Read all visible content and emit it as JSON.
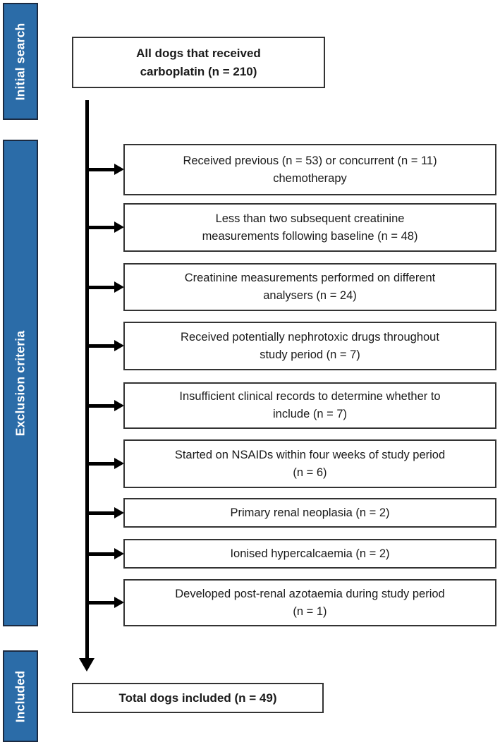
{
  "diagram_title": "Dog carboplatin study selection flow",
  "stages": [
    {
      "label": "Initial search"
    },
    {
      "label": "Exclusion criteria"
    },
    {
      "label": "Included"
    }
  ],
  "top_box": {
    "text": "All dogs that received\ncarboplatin (n = 210)",
    "n": 210
  },
  "exclusions": [
    {
      "text": "Received previous (n = 53) or concurrent (n = 11)\nchemotherapy",
      "n_previous": 53,
      "n_concurrent": 11
    },
    {
      "text": "Less than two subsequent creatinine\nmeasurements following baseline (n = 48)",
      "n": 48
    },
    {
      "text": "Creatinine measurements performed on different\nanalysers (n = 24)",
      "n": 24
    },
    {
      "text": "Received potentially nephrotoxic drugs throughout\nstudy period (n = 7)",
      "n": 7
    },
    {
      "text": "Insufficient clinical records to determine whether to\ninclude (n = 7)",
      "n": 7
    },
    {
      "text": "Started on NSAIDs within four weeks of study period\n(n = 6)",
      "n": 6
    },
    {
      "text": "Primary renal neoplasia (n = 2)",
      "n": 2
    },
    {
      "text": "Ionised hypercalcaemia (n = 2)",
      "n": 2
    },
    {
      "text": "Developed post-renal azotaemia during study period\n(n = 1)",
      "n": 1
    }
  ],
  "total_box": {
    "text": "Total dogs included (n = 49)",
    "n": 49
  },
  "colors": {
    "stage_bar_fill": "#2b6ca8",
    "stage_bar_border": "#1b2a41",
    "stage_bar_text": "#ffffff",
    "box_border": "#333333",
    "box_fill": "#ffffff",
    "arrow": "#000000"
  }
}
